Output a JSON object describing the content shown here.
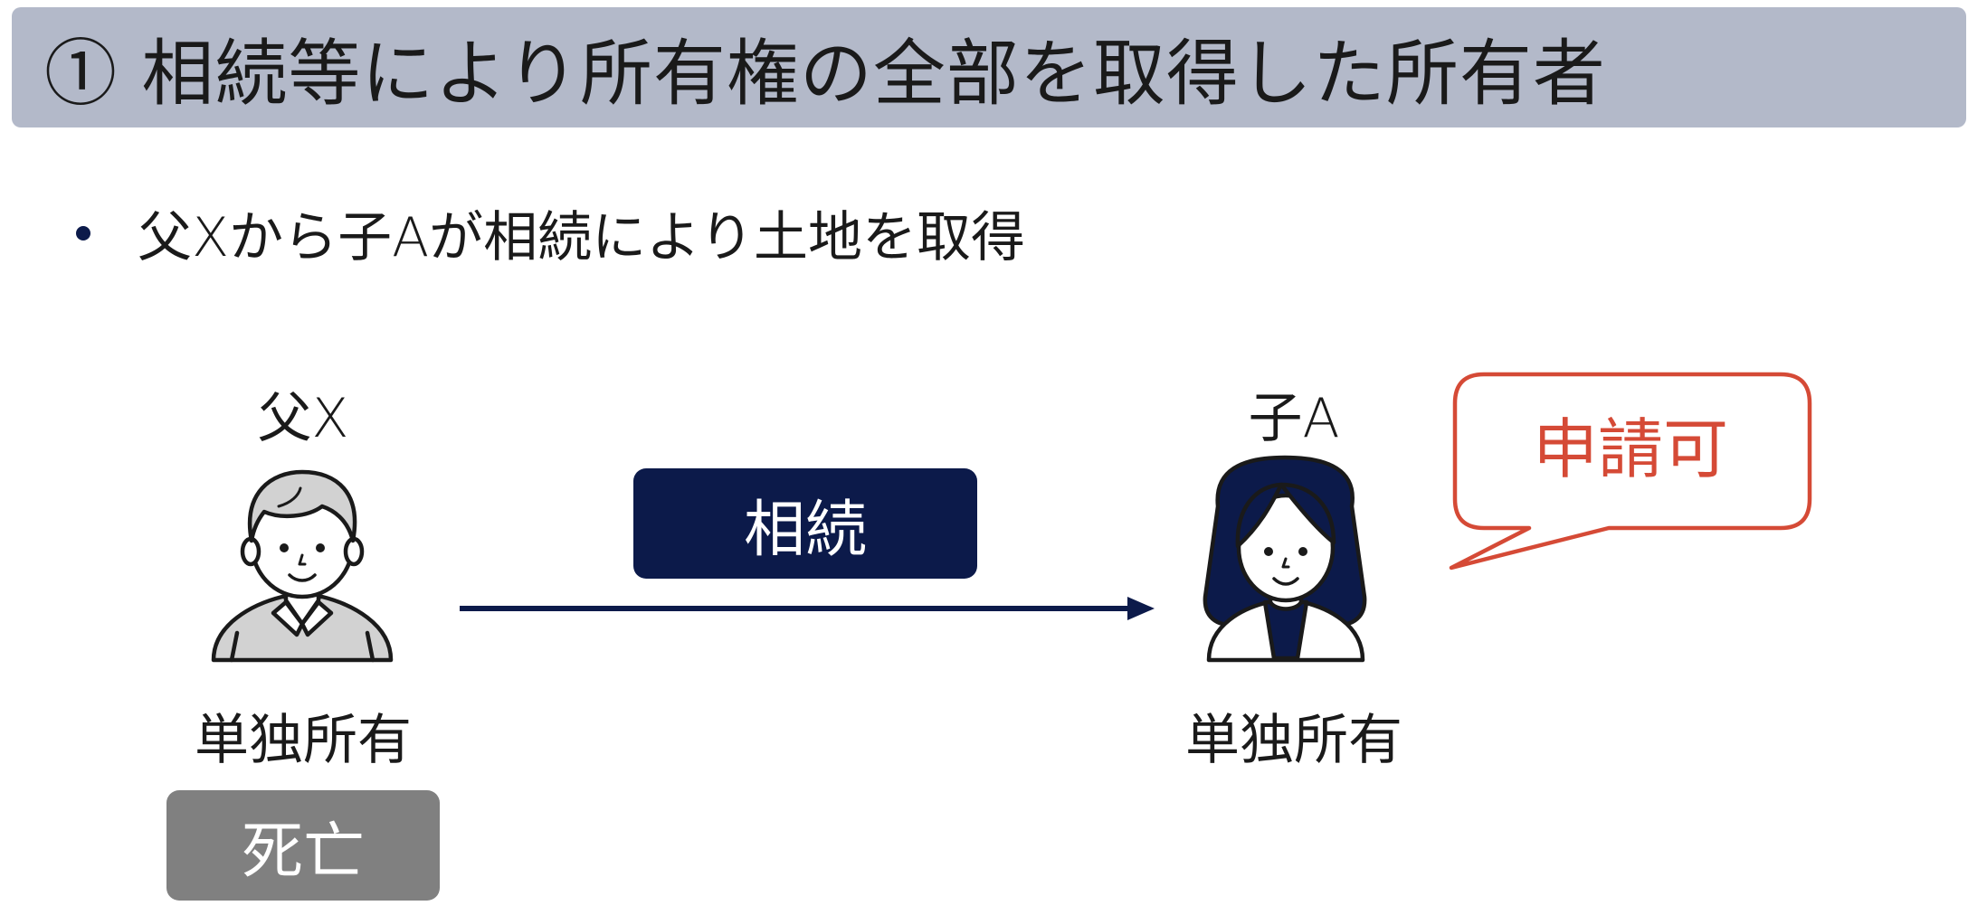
{
  "title": "① 相続等により所有権の全部を取得した所有者",
  "bullet": "父Xから子Aが相続により土地を取得",
  "father": {
    "name": "父X",
    "status": "単独所有",
    "badge": "死亡"
  },
  "child": {
    "name": "子A",
    "status": "単独所有"
  },
  "transfer_label": "相続",
  "speech_bubble": "申請可",
  "colors": {
    "title_bg": "#b3b9c9",
    "navy": "#0c1a4a",
    "gray_badge": "#808080",
    "accent_red": "#d54a36"
  },
  "icons": [
    "elderly-man-icon",
    "woman-icon",
    "arrow-right-icon",
    "speech-bubble-icon"
  ]
}
